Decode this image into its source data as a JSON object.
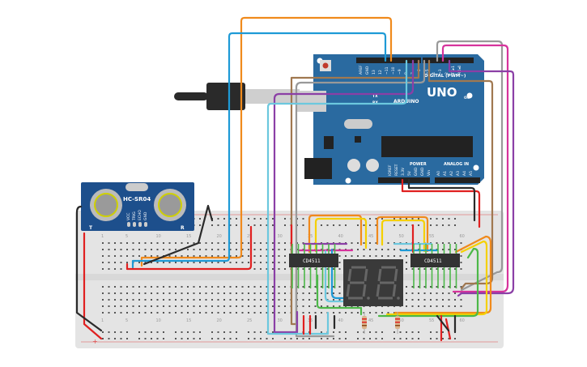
{
  "colors": {
    "arduino_board": "#2a6aa0",
    "breadboard": "#e6e6e6",
    "sensor_board": "#1d4f8c",
    "chip": "#333333",
    "display": "#3a3a3a"
  },
  "wire_colors": {
    "orange": "#f08a1c",
    "blue": "#1e9ad6",
    "cyan": "#6cc8de",
    "purple": "#8b3fa6",
    "magenta": "#d6339c",
    "brown": "#a07850",
    "gray": "#999999",
    "red": "#e02020",
    "black": "#2a2a2a",
    "yellow": "#f5d000",
    "green": "#4cb848"
  },
  "arduino": {
    "model": "UNO",
    "brand": "ARDUINO",
    "digital_label": "DIGITAL (PWM~)",
    "power_label": "POWER",
    "analog_label": "ANALOG IN",
    "on_label": "ON",
    "tx_label": "TX",
    "rx_label": "RX",
    "digital_pins": [
      "AREF",
      "GND",
      "13",
      "12",
      "~11",
      "~10",
      "~9",
      "8",
      "7",
      "~6",
      "~5",
      "4",
      "~3",
      "2",
      "TX▸1",
      "RX◂0"
    ],
    "power_pins": [
      "IOREF",
      "RESET",
      "3.3V",
      "5V",
      "GND",
      "GND",
      "Vin"
    ],
    "analog_pins": [
      "A0",
      "A1",
      "A2",
      "A3",
      "A4",
      "A5"
    ]
  },
  "sensor": {
    "name": "HC-SR04",
    "pins": [
      "VCC",
      "TRIG",
      "ECHO",
      "GND"
    ],
    "left_label": "T",
    "right_label": "R"
  },
  "chips": [
    {
      "label": "CD4511"
    },
    {
      "label": "CD4511"
    }
  ],
  "breadboard": {
    "column_numbers": [
      "1",
      "5",
      "10",
      "15",
      "20",
      "25",
      "30",
      "35",
      "40",
      "45",
      "50",
      "55",
      "60"
    ],
    "rail_plus": "+"
  }
}
